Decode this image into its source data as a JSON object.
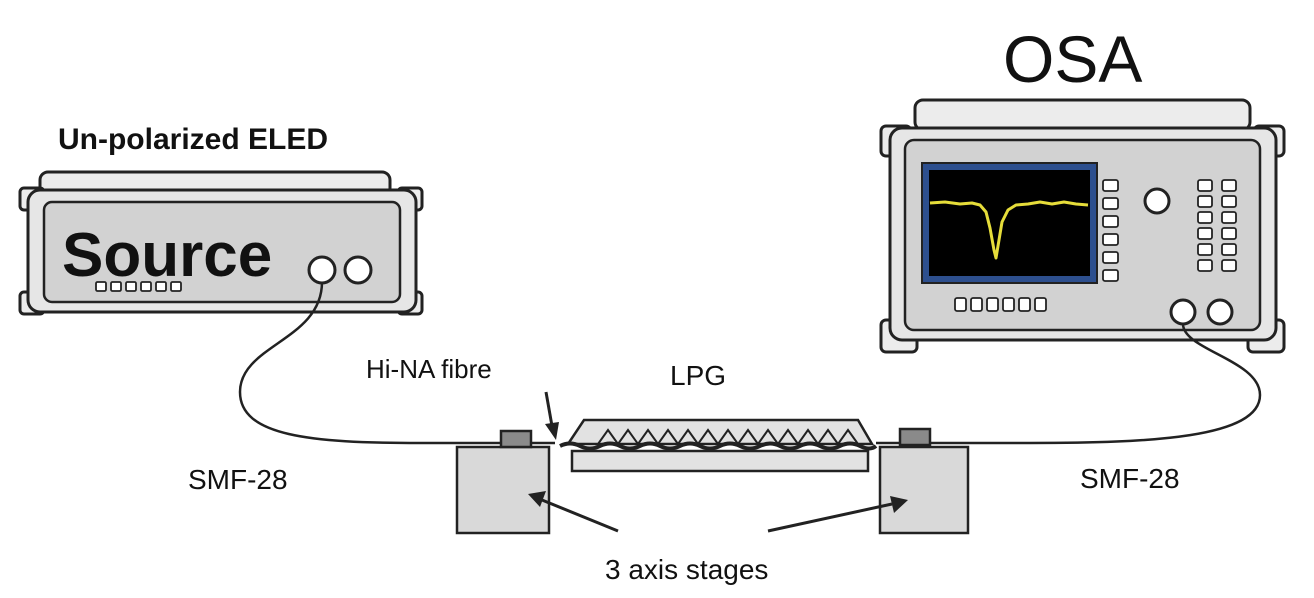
{
  "labels": {
    "source_header": "Un-polarized ELED",
    "source_name": "Source",
    "osa_title": "OSA",
    "hi_na_fibre": "Hi-NA fibre",
    "lpg": "LPG",
    "smf_left": "SMF-28",
    "smf_right": "SMF-28",
    "stages": "3 axis stages"
  },
  "colors": {
    "device_body": "#e6e6e6",
    "device_panel": "#d2d2d2",
    "stage": "#d9d9d9",
    "screen": "#000000",
    "screen_frame": "#2d4f8e",
    "trace": "#e6dd3a",
    "line": "#222222"
  },
  "icons": {
    "arrow": "arrow-icon",
    "knob": "knob-icon"
  }
}
